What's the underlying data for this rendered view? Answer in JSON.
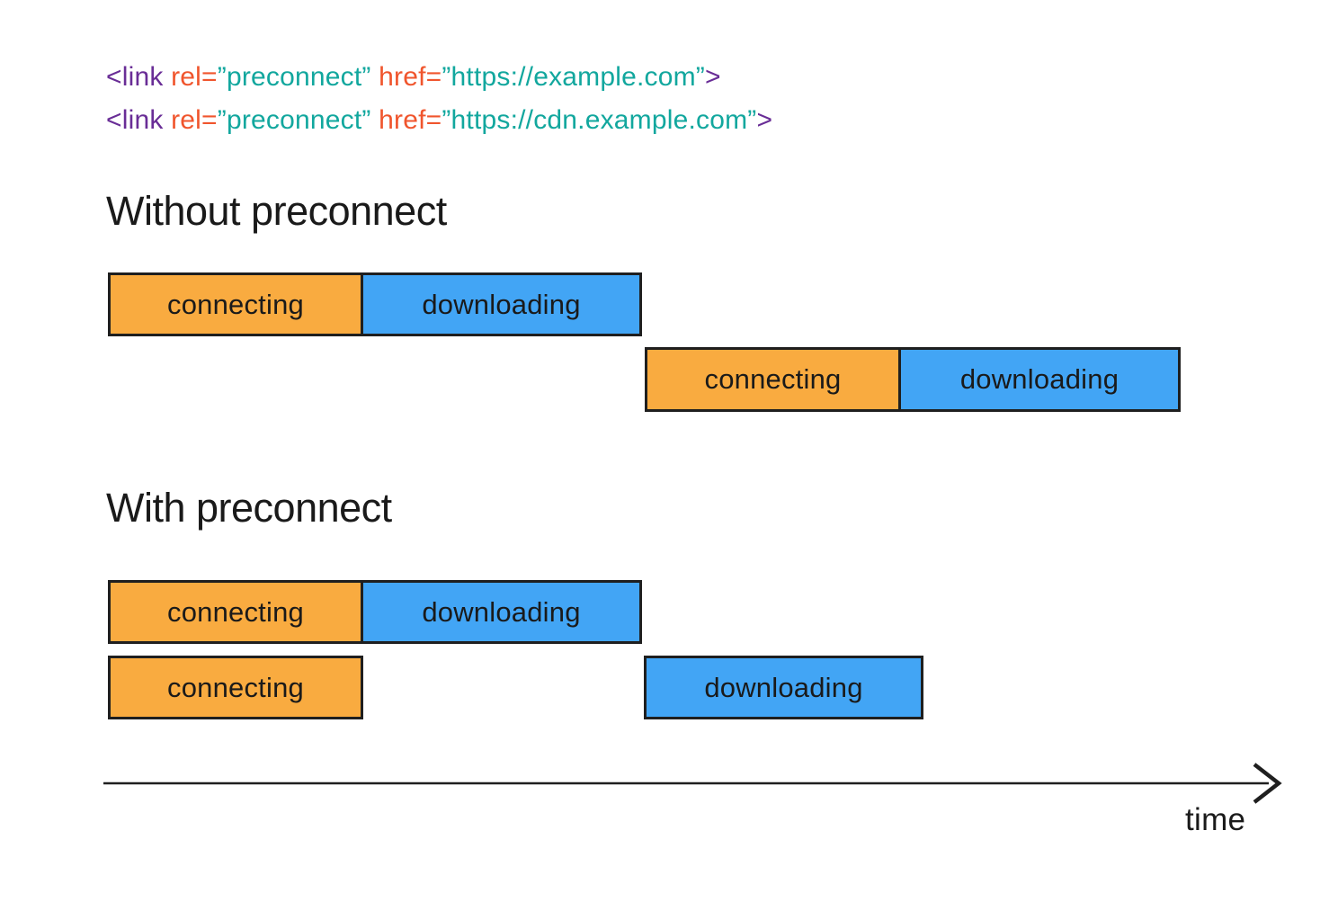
{
  "code_snippet": {
    "line1": {
      "open_tag": "<link",
      "rel_attr": "rel=",
      "rel_value": "”preconnect”",
      "href_attr": "href=",
      "href_value": "”https://example.com”",
      "close_bracket": ">"
    },
    "line2": {
      "open_tag": "<link",
      "rel_attr": "rel=",
      "rel_value": "”preconnect”",
      "href_attr": "href=",
      "href_value": "”https://cdn.example.com”",
      "close_bracket": ">"
    }
  },
  "sections": {
    "without_preconnect": {
      "title": "Without preconnect",
      "request1": {
        "connecting": "connecting",
        "downloading": "downloading"
      },
      "request2": {
        "connecting": "connecting",
        "downloading": "downloading"
      }
    },
    "with_preconnect": {
      "title": "With preconnect",
      "request1": {
        "connecting": "connecting",
        "downloading": "downloading"
      },
      "request2": {
        "connecting": "connecting",
        "downloading": "downloading"
      }
    }
  },
  "axis": {
    "label": "time"
  },
  "colors": {
    "connecting_fill": "#F9AB40",
    "downloading_fill": "#42A5F5",
    "code_tag": "#692D96",
    "code_attr": "#F0552D",
    "code_value": "#12A79E",
    "outline": "#1F1F1F",
    "text": "#1A1A1A"
  }
}
